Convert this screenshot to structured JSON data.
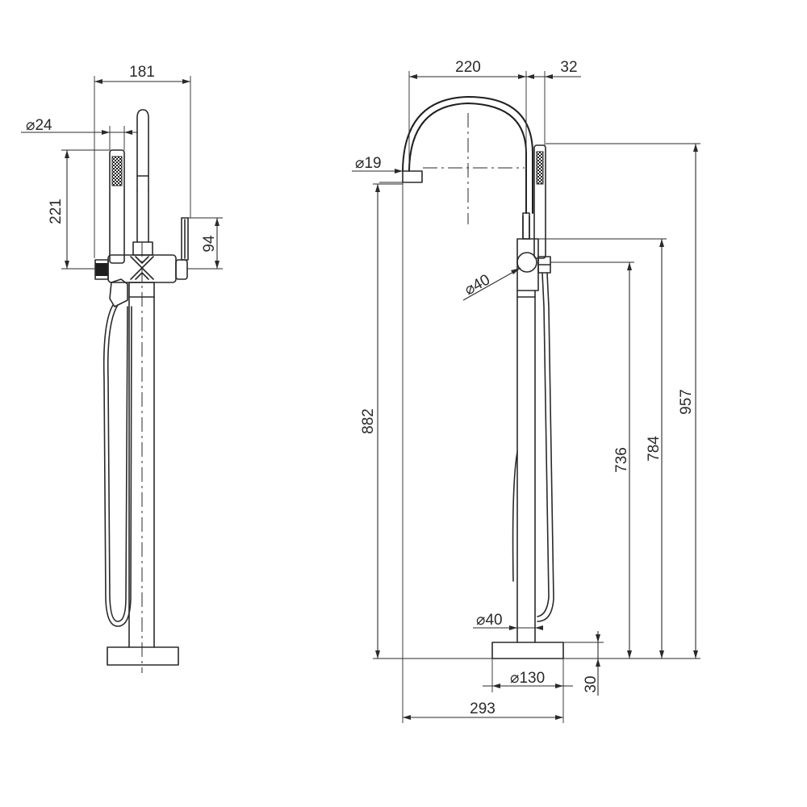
{
  "colors": {
    "line": "#2a2a2a",
    "background": "#ffffff"
  },
  "side_view": {
    "dims": {
      "width": "181",
      "handshower_dia": "24",
      "handshower_length": "221",
      "lever_height": "94"
    }
  },
  "front_view": {
    "dims": {
      "spout_reach": "220",
      "handshower_offset": "32",
      "spout_outlet_dia": "19",
      "body_dia": "40",
      "column_dia": "40",
      "spout_height": "882",
      "body_low_height": "736",
      "body_high_height": "784",
      "overall_height": "957",
      "base_dia": "130",
      "base_height": "30",
      "overall_depth": "293"
    }
  },
  "symbols": {
    "diameter": "⌀"
  }
}
